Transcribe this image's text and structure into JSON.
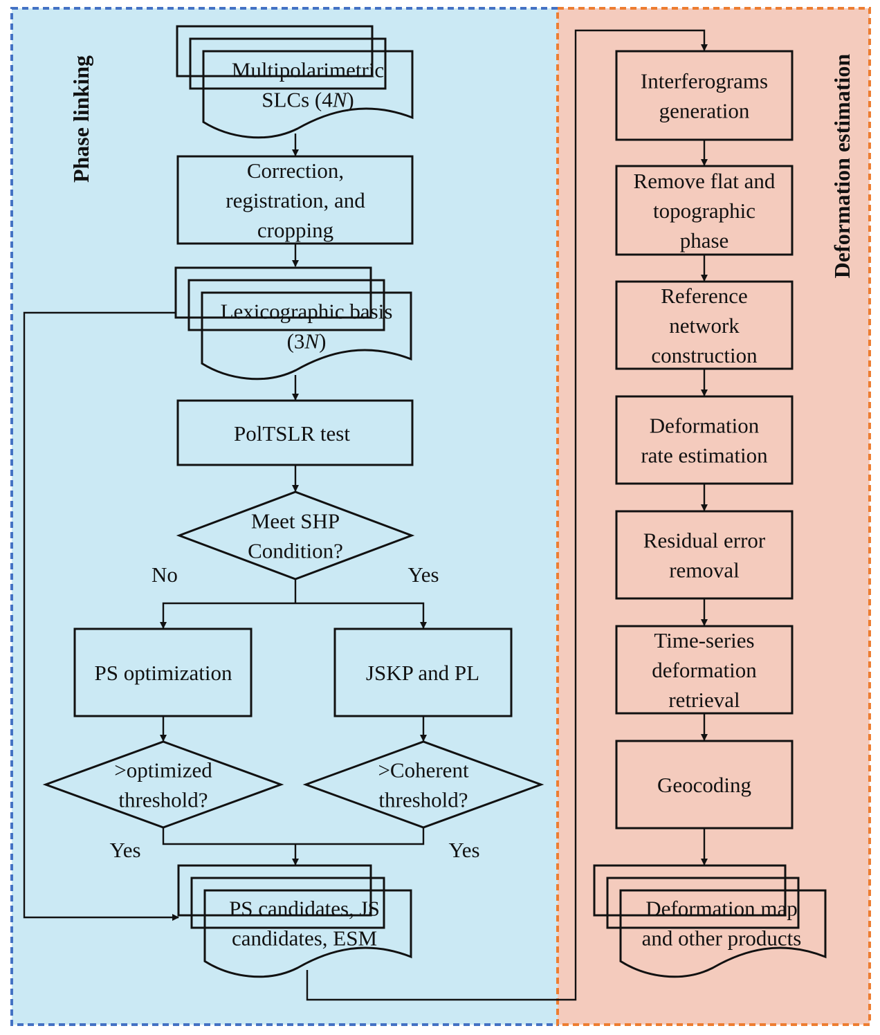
{
  "colors": {
    "phase_bg": "#cbe9f4",
    "phase_border": "#4472c4",
    "deform_bg": "#f4cbbd",
    "deform_border": "#ed7d31"
  },
  "phase_linking": {
    "title": "Phase linking",
    "slcs": [
      "Multipolarimetric",
      "SLCs (4N)"
    ],
    "correction": [
      "Correction,",
      "registration, and",
      "cropping"
    ],
    "lexicographic": [
      "Lexicographic basis",
      "(3N)"
    ],
    "poltslr": "PolTSLR test",
    "shp_decision": [
      "Meet SHP",
      "Condition?"
    ],
    "label_no": "No",
    "label_yes": "Yes",
    "ps_optimization": "PS optimization",
    "jskp": "JSKP and PL",
    "opt_threshold": [
      ">optimized",
      "threshold?"
    ],
    "coh_threshold": [
      ">Coherent",
      "threshold?"
    ],
    "label_yes_left": "Yes",
    "label_yes_right": "Yes",
    "candidates": [
      "PS candidates, JS",
      "candidates, ESM"
    ]
  },
  "deformation_estimation": {
    "title": "Deformation estimation",
    "steps": [
      [
        "Interferograms",
        "generation"
      ],
      [
        "Remove flat and",
        "topographic",
        "phase"
      ],
      [
        "Reference",
        "network",
        "construction"
      ],
      [
        "Deformation",
        "rate estimation"
      ],
      [
        "Residual error",
        "removal"
      ],
      [
        "Time-series",
        "deformation",
        "retrieval"
      ],
      [
        "Geocoding"
      ]
    ],
    "output": [
      "Deformation map",
      "and other products"
    ]
  }
}
